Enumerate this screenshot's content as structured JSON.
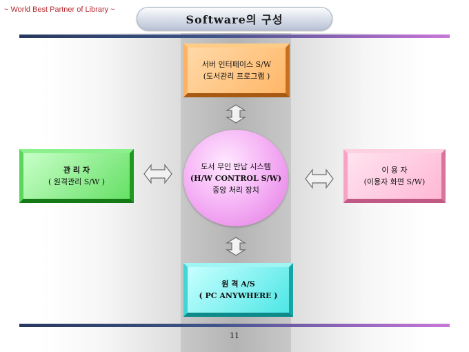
{
  "header": {
    "tagline": "~ World Best  Partner of Library ~",
    "title": "Software의 구성"
  },
  "diagram": {
    "top_box": {
      "line1": "서버 인터페이스 S/W",
      "line2": "(도서관리 프로그램 )"
    },
    "left_box": {
      "line1": "관  리  자",
      "line2": "( 원격관리 S/W )"
    },
    "center_circle": {
      "line1": "도서 무인 반납 시스템",
      "line2": "(H/W CONTROL S/W)",
      "line3": "중앙 처리 장치"
    },
    "right_box": {
      "line1": "이  용  자",
      "line2": "(이용자 화면 S/W)"
    },
    "bottom_box": {
      "line1": "원  격   A/S",
      "line2": "( PC ANYWHERE )"
    }
  },
  "footer": {
    "page_number": "11"
  },
  "colors": {
    "orange_box": "#ffb768",
    "green_box": "#66e066",
    "pink_box": "#ffb8d4",
    "cyan_box": "#4ee6e6",
    "center_circle": "#f6b6f6",
    "tagline": "#b3282d"
  },
  "icons": {
    "connectors": [
      "double-arrow-vertical-icon",
      "double-arrow-horizontal-icon"
    ]
  }
}
